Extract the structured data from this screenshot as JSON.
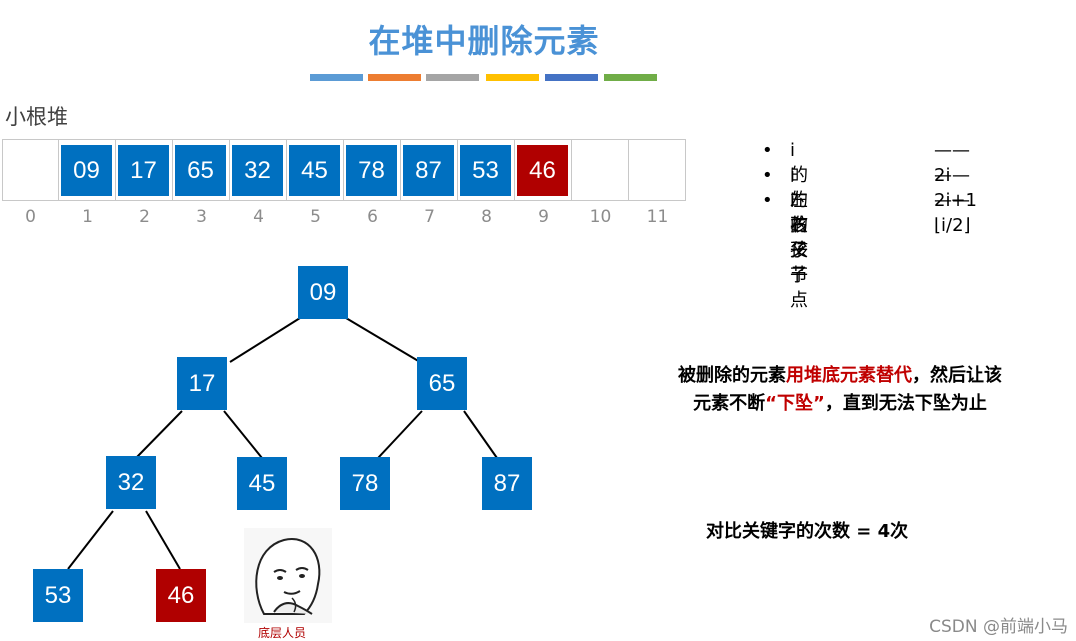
{
  "title": "在堆中删除元素",
  "color_bars": [
    "#5b9bd5",
    "#ed7d31",
    "#a5a5a5",
    "#ffc000",
    "#4472c4",
    "#70ad47"
  ],
  "heap_label": "小根堆",
  "array": {
    "indices": [
      "0",
      "1",
      "2",
      "3",
      "4",
      "5",
      "6",
      "7",
      "8",
      "9",
      "10",
      "11"
    ],
    "values": [
      "",
      "09",
      "17",
      "65",
      "32",
      "45",
      "78",
      "87",
      "53",
      "46",
      "",
      ""
    ],
    "highlight_index": 9
  },
  "rules": [
    {
      "bullet": "•",
      "name": "i 的左孩子",
      "formula": "——2i"
    },
    {
      "bullet": "•",
      "name": "i 的右孩子",
      "formula": "——2i+1"
    },
    {
      "bullet": "•",
      "name": "i 的父节点",
      "formula": "——⌊i/2⌋"
    }
  ],
  "tree": {
    "nodes": [
      "09",
      "17",
      "65",
      "32",
      "45",
      "78",
      "87",
      "53",
      "46"
    ],
    "highlight": "46"
  },
  "note": {
    "part1": "被删除的元素",
    "highlight1": "用堆底元素替代",
    "part2": "，然后让该",
    "part3": "元素不断",
    "highlight2": "“下坠”",
    "part4": "，直到无法下坠为止"
  },
  "compare_count": "对比关键字的次数 = 4次",
  "meme_caption": "底层人员",
  "watermark": "CSDN @前端小马"
}
